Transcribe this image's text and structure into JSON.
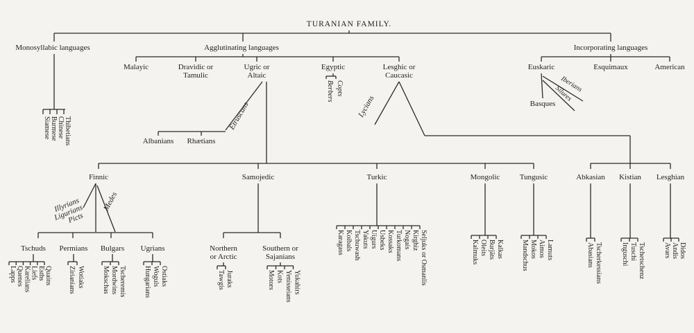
{
  "title": "TURANIAN FAMILY.",
  "branches": {
    "monosyllabic": {
      "label": "Monosyllabic languages",
      "leaves": [
        "Siamese",
        "Burmese",
        "Chinese",
        "Thibetians"
      ]
    },
    "agglutinating": {
      "label": "Agglutinating languages",
      "groups": {
        "malayic": "Malayic",
        "dravidic": [
          "Dravidic or",
          "Tamulic"
        ],
        "ugric": [
          "Ugric or",
          "Altaic"
        ],
        "egyptic": "Egyptic",
        "lesghic": [
          "Lesghic or",
          "Caucasic"
        ]
      },
      "egyptic_leaves": [
        "Berbers",
        "Copts"
      ],
      "etruscans": "Etruscans",
      "lycians": "Lycians",
      "albanians": "Albanians",
      "rhaetians": "Rhætians"
    },
    "incorporating": {
      "label": "Incorporating languages",
      "groups": {
        "euskaric": "Euskaric",
        "esquimaux": "Esquimaux",
        "american": "American"
      },
      "basques": "Basques",
      "iberians": "Iberians",
      "silures": "Silures"
    }
  },
  "altaic": {
    "finnic": "Finnic",
    "samojedic": "Samojedic",
    "turkic": "Turkic",
    "mongolic": "Mongolic",
    "tungusic": "Tungusic",
    "illyrians": "Illyrians",
    "ligurians": "Ligurians",
    "picts": "Picts",
    "medes": "Medes",
    "tschuds": "Tschuds",
    "permians": "Permians",
    "bulgars": "Bulgars",
    "ugrians": "Ugrians",
    "northern": [
      "Northern",
      "or Arctic"
    ],
    "southern": [
      "Southern or",
      "Sajanians"
    ],
    "tschuds_leaves": [
      "Lapps",
      "Quenes",
      "Karelians",
      "Liefs",
      "Esths",
      "Quains"
    ],
    "permians_leaves": [
      "Zirianians",
      "Wotiaks"
    ],
    "bulgars_leaves": [
      "Mokschas",
      "Mordwins",
      "Tscheremis"
    ],
    "ugrians_leaves": [
      "Hungarians",
      "Woguls",
      "Ostiaks"
    ],
    "northern_leaves": [
      "Tawgis",
      "Juraks"
    ],
    "southern_leaves": [
      "Motors",
      "Kots",
      "Yenisseians",
      "Yukahirs"
    ],
    "turkic_leaves": [
      "Karagass",
      "Koibals",
      "Tschuwash",
      "Yakuts",
      "Uigurs",
      "Usbeks",
      "Kossaks",
      "Turkomans",
      "Nogais",
      "Kirghiz",
      "Seljuks or Osmanlis"
    ],
    "mongolic_leaves": [
      "Kalmuks",
      "Oleits",
      "Burjäts",
      "Kalkas"
    ],
    "tungusic_leaves": [
      "Mandschus",
      "Mokos",
      "Aimos",
      "Lamuts"
    ]
  },
  "caucasic": {
    "abkasian": "Abkasian",
    "kistian": "Kistian",
    "lesghian": "Lesghian",
    "abkasian_leaves": [
      "Abasians",
      "Tscherkessians"
    ],
    "kistian_leaves": [
      "Inguschi",
      "Tuschi",
      "Tschetschenz"
    ],
    "lesghian_leaves": [
      "Avars",
      "Andis",
      "Didos"
    ]
  }
}
